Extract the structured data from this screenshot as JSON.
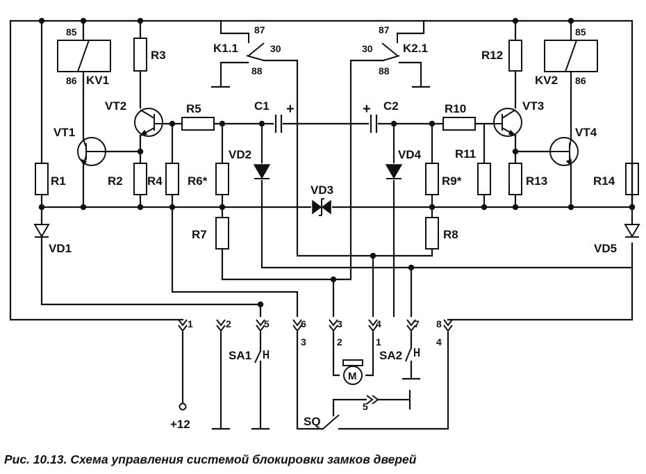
{
  "caption": "Рис. 10.13. Схема управления системой блокировки замков дверей",
  "labels": {
    "kv1": "KV1",
    "kv2": "KV2",
    "vt1": "VT1",
    "vt2": "VT2",
    "vt3": "VT3",
    "vt4": "VT4",
    "r1": "R1",
    "r2": "R2",
    "r3": "R3",
    "r4": "R4",
    "r5": "R5",
    "r6": "R6*",
    "r7": "R7",
    "r8": "R8",
    "r9": "R9*",
    "r10": "R10",
    "r11": "R11",
    "r12": "R12",
    "r13": "R13",
    "r14": "R14",
    "c1": "C1",
    "c2": "C2",
    "vd1": "VD1",
    "vd2": "VD2",
    "vd3": "VD3",
    "vd4": "VD4",
    "vd5": "VD5",
    "k11": "K1.1",
    "k21": "K2.1",
    "sa1": "SA1",
    "sa2": "SA2",
    "sq": "SQ",
    "motor": "M",
    "supply": "+12",
    "plus": "+"
  },
  "pins": {
    "kv1_85": "85",
    "kv1_86": "86",
    "kv2_85": "85",
    "kv2_86": "86",
    "k11_87": "87",
    "k11_30": "30",
    "k11_88": "88",
    "k21_87": "87",
    "k21_30": "30",
    "k21_88": "88"
  },
  "connector": {
    "top": [
      "1",
      "2",
      "5",
      "6",
      "3",
      "4",
      "7",
      "8"
    ],
    "bottom": [
      "3",
      "2",
      "1",
      "4"
    ],
    "sq_pin": "5"
  }
}
